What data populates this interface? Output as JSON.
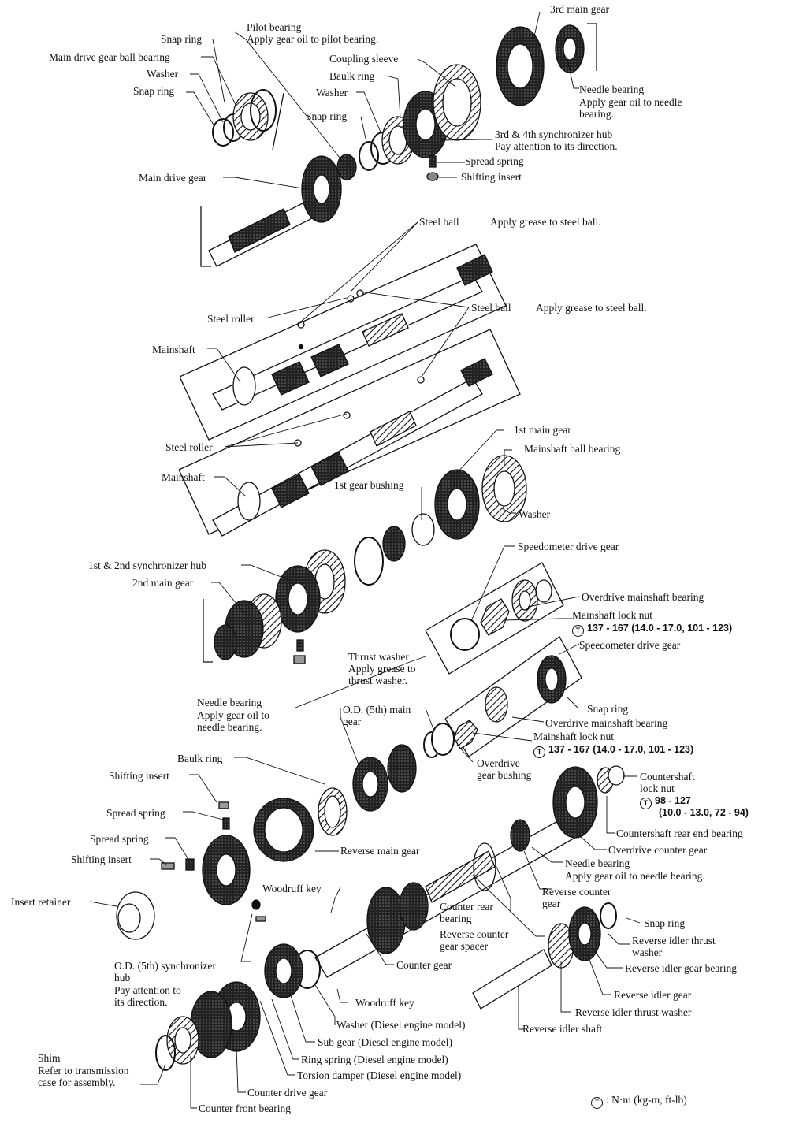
{
  "labels": {
    "third_main_gear": "3rd main gear",
    "pilot_bearing": "Pilot bearing",
    "pilot_bearing_note": "Apply gear oil to pilot bearing.",
    "snap_ring_top": "Snap ring",
    "main_drive_gear_ball_bearing": "Main drive gear ball bearing",
    "washer_top": "Washer",
    "snap_ring_top2": "Snap ring",
    "coupling_sleeve": "Coupling sleeve",
    "baulk_ring_top": "Baulk ring",
    "washer_mid": "Washer",
    "snap_ring_mid": "Snap ring",
    "needle_bearing_top": "Needle bearing",
    "needle_bearing_top_note": "Apply gear oil to needle\nbearing.",
    "sync_hub_34": "3rd & 4th synchronizer hub",
    "sync_hub_34_note": "Pay attention to its direction.",
    "spread_spring_top": "Spread spring",
    "shifting_insert_top": "Shifting insert",
    "main_drive_gear": "Main drive gear",
    "steel_ball_1": "Steel ball",
    "steel_ball_1_note": "Apply grease to steel ball.",
    "steel_roller_1": "Steel roller",
    "steel_ball_2": "Steel ball",
    "steel_ball_2_note": "Apply grease to steel ball.",
    "mainshaft_1": "Mainshaft",
    "steel_roller_2": "Steel roller",
    "first_main_gear": "1st main gear",
    "mainshaft_ball_bearing": "Mainshaft ball bearing",
    "mainshaft_2": "Mainshaft",
    "first_gear_bushing": "1st gear bushing",
    "washer_right": "Washer",
    "speedometer_drive_gear_1": "Speedometer drive gear",
    "sync_hub_12": "1st & 2nd synchronizer hub",
    "second_main_gear": "2nd main gear",
    "overdrive_mainshaft_bearing_1": "Overdrive mainshaft bearing",
    "mainshaft_lock_nut_1": "Mainshaft lock nut",
    "torque_1": "137 - 167 (14.0 - 17.0, 101 - 123)",
    "speedometer_drive_gear_2": "Speedometer drive gear",
    "thrust_washer": "Thrust washer",
    "thrust_washer_note": "Apply grease to\nthrust washer.",
    "needle_bearing_mid": "Needle bearing",
    "needle_bearing_mid_note": "Apply gear oil to\nneedle bearing.",
    "od_main_gear": "O.D. (5th) main\ngear",
    "snap_ring_right": "Snap ring",
    "overdrive_mainshaft_bearing_2": "Overdrive mainshaft bearing",
    "mainshaft_lock_nut_2": "Mainshaft lock nut",
    "torque_2": "137 - 167 (14.0 - 17.0, 101 - 123)",
    "baulk_ring_low": "Baulk ring",
    "overdrive_gear_bushing": "Overdrive\ngear bushing",
    "countershaft_lock_nut": "Countershaft\nlock nut",
    "torque_3": "98 - 127",
    "torque_3b": "(10.0 - 13.0, 72 - 94)",
    "shifting_insert_low1": "Shifting insert",
    "spread_spring_low1": "Spread spring",
    "countershaft_rear_end_bearing": "Countershaft rear end bearing",
    "spread_spring_low2": "Spread spring",
    "reverse_main_gear": "Reverse main gear",
    "overdrive_counter_gear": "Overdrive counter gear",
    "shifting_insert_low2": "Shifting insert",
    "needle_bearing_low": "Needle bearing",
    "needle_bearing_low_note": "Apply gear oil to needle bearing.",
    "reverse_counter_gear": "Reverse counter\ngear",
    "insert_retainer": "Insert retainer",
    "woodruff_key_1": "Woodruff key",
    "counter_rear_bearing": "Counter rear\nbearing",
    "snap_ring_low": "Snap ring",
    "reverse_counter_gear_spacer": "Reverse counter\ngear spacer",
    "reverse_idler_thrust_washer_1": "Reverse idler thrust\nwasher",
    "od_sync_hub": "O.D. (5th) synchronizer\nhub",
    "od_sync_hub_note": "Pay attention to\nits direction.",
    "counter_gear": "Counter gear",
    "reverse_idler_gear_bearing": "Reverse idler gear bearing",
    "reverse_idler_gear": "Reverse idler gear",
    "woodruff_key_2": "Woodruff key",
    "reverse_idler_thrust_washer_2": "Reverse idler thrust washer",
    "washer_diesel": "Washer (Diesel engine model)",
    "reverse_idler_shaft": "Reverse idler shaft",
    "sub_gear": "Sub gear (Diesel engine model)",
    "shim": "Shim",
    "shim_note": "Refer to transmission\ncase for assembly.",
    "ring_spring": "Ring spring (Diesel engine model)",
    "torsion_damper": "Torsion damper (Diesel engine model)",
    "counter_drive_gear": "Counter drive gear",
    "counter_front_bearing": "Counter front bearing",
    "legend_symbol": "T",
    "legend_units": ": N·m (kg-m, ft-lb)"
  }
}
